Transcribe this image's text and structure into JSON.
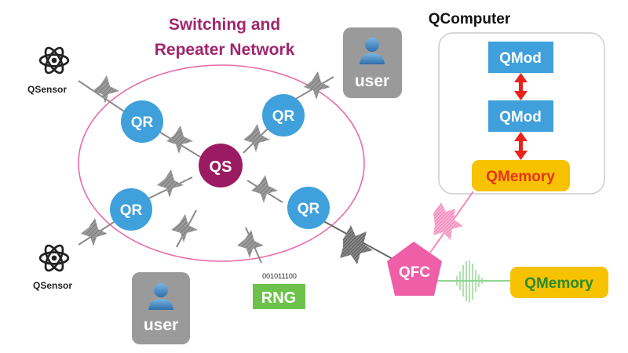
{
  "title": {
    "line1": "Switching and",
    "line2": "Repeater Network",
    "color": "#a0266e"
  },
  "colors": {
    "qr": "#3fa0dc",
    "qs": "#9b1b63",
    "ellipse": "#e86aa6",
    "photon_gray": "#8a8a8a",
    "link_gray": "#888888",
    "qmod": "#3fa0dc",
    "qmemory_bg": "#f7c200",
    "qmemory_red_text": "#e8321c",
    "qmemory_green_text": "#2c8a2c",
    "qfc": "#ee5fa7",
    "pink_photon": "#f28cbf",
    "green_photon": "#8fd48f",
    "arrow_red": "#e8231c",
    "user_bg": "#9a9a9a",
    "user_icon": "#4a90c8",
    "rng": "#6cc24a",
    "computer_border": "#cccccc"
  },
  "network": {
    "switch": {
      "label": "QS"
    },
    "repeaters": [
      {
        "label": "QR"
      },
      {
        "label": "QR"
      },
      {
        "label": "QR"
      },
      {
        "label": "QR"
      }
    ]
  },
  "sensors": [
    {
      "label": "QSensor",
      "icon": "atom-icon"
    },
    {
      "label": "QSensor",
      "icon": "atom-icon"
    }
  ],
  "users": [
    {
      "label": "user",
      "icon": "person-icon"
    },
    {
      "label": "user",
      "icon": "person-icon"
    }
  ],
  "rng": {
    "label": "RNG",
    "bits": "001011100"
  },
  "qcomputer": {
    "title": "QComputer",
    "modules": [
      {
        "label": "QMod"
      },
      {
        "label": "QMod"
      }
    ],
    "memory": {
      "label": "QMemory"
    }
  },
  "qfc": {
    "label": "QFC"
  },
  "external_memory": {
    "label": "QMemory"
  }
}
